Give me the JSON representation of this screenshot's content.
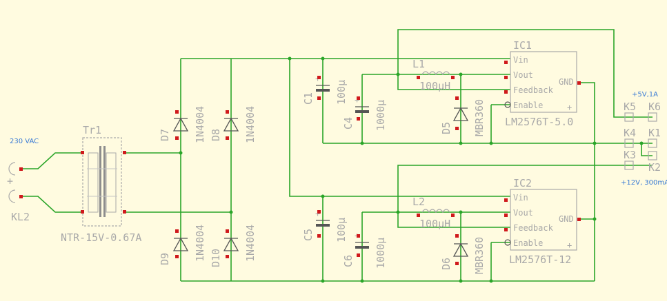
{
  "input": {
    "label": "230 VAC",
    "connector": "KL2"
  },
  "transformer": {
    "name": "Tr1",
    "value": "NTR-15V-0.67A"
  },
  "diodes": [
    {
      "name": "D7",
      "value": "1N4004"
    },
    {
      "name": "D8",
      "value": "1N4004"
    },
    {
      "name": "D9",
      "value": "1N4004"
    },
    {
      "name": "D10",
      "value": "1N4004"
    }
  ],
  "regulators": [
    {
      "ic": "IC1",
      "part": "LM2576T-5.0",
      "pins": {
        "vin": "Vin",
        "vout": "Vout",
        "feedback": "Feedback",
        "enable": "Enable",
        "gnd": "GND"
      },
      "inductor": {
        "name": "L1",
        "value": "100μH"
      },
      "cin": {
        "name": "C1",
        "value": "100μ"
      },
      "cout": {
        "name": "C4",
        "value": "1000μ"
      },
      "diode": {
        "name": "D5",
        "value": "MBR360"
      }
    },
    {
      "ic": "IC2",
      "part": "LM2576T-12",
      "pins": {
        "vin": "Vin",
        "vout": "Vout",
        "feedback": "Feedback",
        "enable": "Enable",
        "gnd": "GND"
      },
      "inductor": {
        "name": "L2",
        "value": "100μH"
      },
      "cin": {
        "name": "C5",
        "value": "100μ"
      },
      "cout": {
        "name": "C6",
        "value": "1000μ"
      },
      "diode": {
        "name": "D6",
        "value": "MBR360"
      }
    }
  ],
  "outputs": {
    "rail_5v": "+5V,1A",
    "rail_12v": "+12V, 300mA",
    "connectors": [
      "K5",
      "K6",
      "K4",
      "K1",
      "K3",
      "K2"
    ]
  }
}
